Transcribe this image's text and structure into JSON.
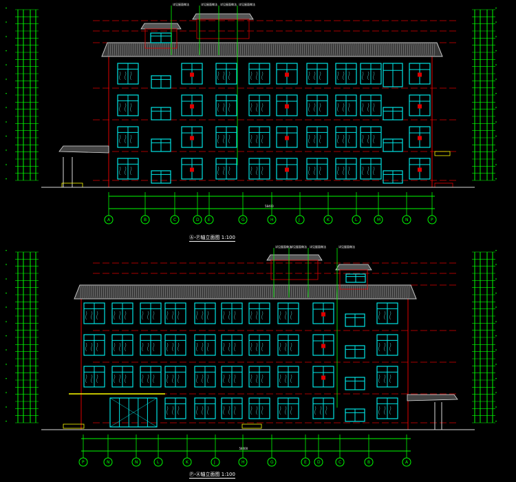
{
  "drawing": {
    "background": "#000000",
    "colors": {
      "dim_green": "#00ff00",
      "facade_red": "#e00000",
      "window_cyan": "#00e6e6",
      "roof_gray": "#a0a0a0",
      "annotation_white": "#ffffff",
      "axis_green": "#00ff00",
      "yellow": "#ffff00"
    }
  },
  "elevations": [
    {
      "title": "Ⓐ-Ⓟ轴立面图 1:100",
      "axis_labels": [
        "A",
        "B",
        "C",
        "D",
        "E",
        "G",
        "H",
        "J",
        "K",
        "L",
        "M",
        "N",
        "P"
      ],
      "total_width_label": "58400",
      "roof_callouts": [
        "详见屋面做法",
        "详见屋面做法",
        "详见屋面做法",
        "详见屋面做法"
      ]
    },
    {
      "title": "Ⓟ-Ⓐ轴立面图 1:100",
      "axis_labels": [
        "P",
        "N",
        "N",
        "L",
        "K",
        "J",
        "H",
        "G",
        "E",
        "D",
        "C",
        "B",
        "A"
      ],
      "total_width_label": "58400",
      "roof_callouts": [
        "详见屋面做法",
        "详见屋面做法",
        "详见屋面做法",
        "详见屋面做法"
      ]
    }
  ]
}
